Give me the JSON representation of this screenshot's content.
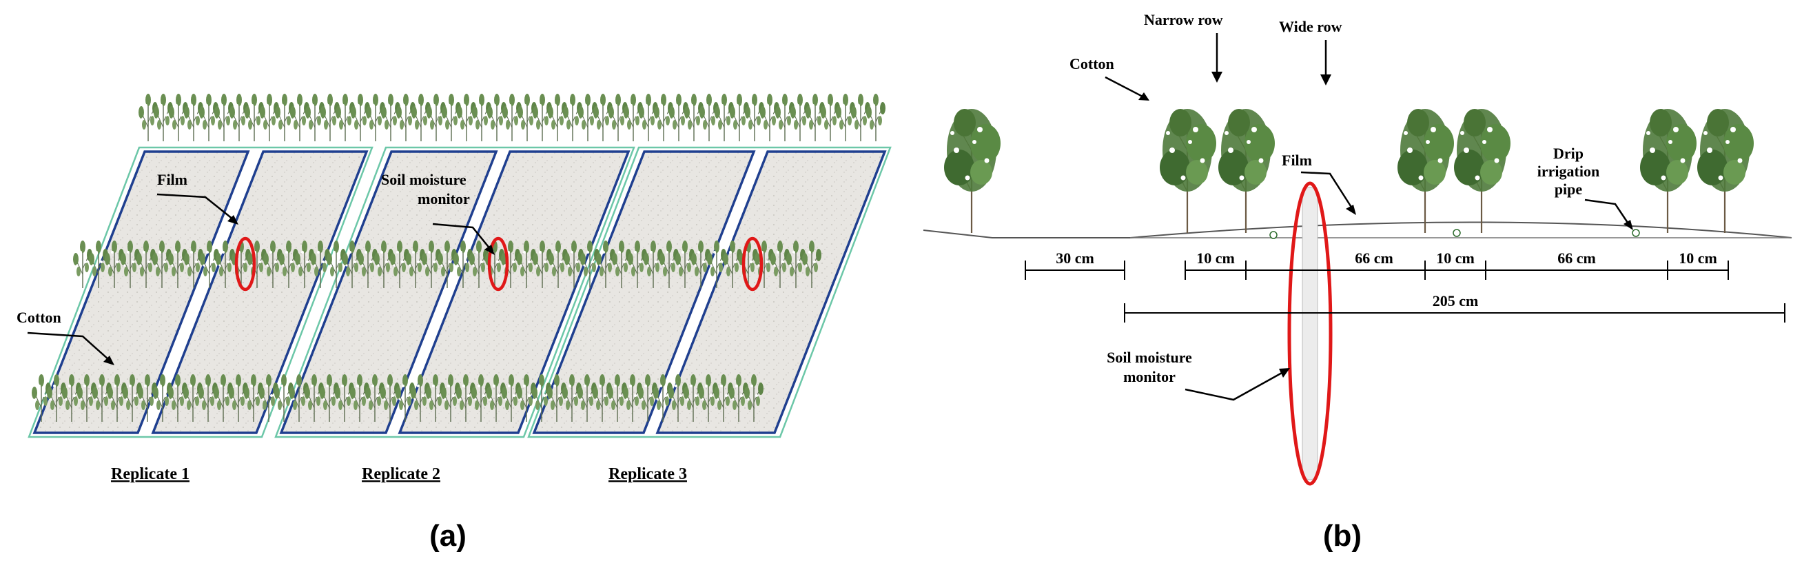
{
  "panel_a": {
    "caption": "(a)",
    "labels": {
      "film": "Film",
      "cotton": "Cotton",
      "soil_moisture_monitor_line1": "Soil moisture",
      "soil_moisture_monitor_line2": "monitor"
    },
    "replicates": [
      "Replicate 1",
      "Replicate 2",
      "Replicate 3"
    ]
  },
  "panel_b": {
    "caption": "(b)",
    "labels": {
      "narrow_row": "Narrow row",
      "wide_row": "Wide row",
      "cotton": "Cotton",
      "film": "Film",
      "drip_line1": "Drip",
      "drip_line2": "irrigation",
      "drip_line3": "pipe",
      "soil_moisture_monitor_line1": "Soil moisture",
      "soil_moisture_monitor_line2": "monitor"
    },
    "dimensions": {
      "d30": "30 cm",
      "d10a": "10 cm",
      "d66a": "66 cm",
      "d10b": "10 cm",
      "d66b": "66 cm",
      "d10c": "10 cm",
      "d205": "205 cm"
    }
  },
  "colors": {
    "strip_outline": "#1f3f8f",
    "plot_outline": "#6cc7a8",
    "monitor_ring": "#e01818",
    "plant": "#4f7a3c",
    "soil": "#e6e4e0"
  }
}
